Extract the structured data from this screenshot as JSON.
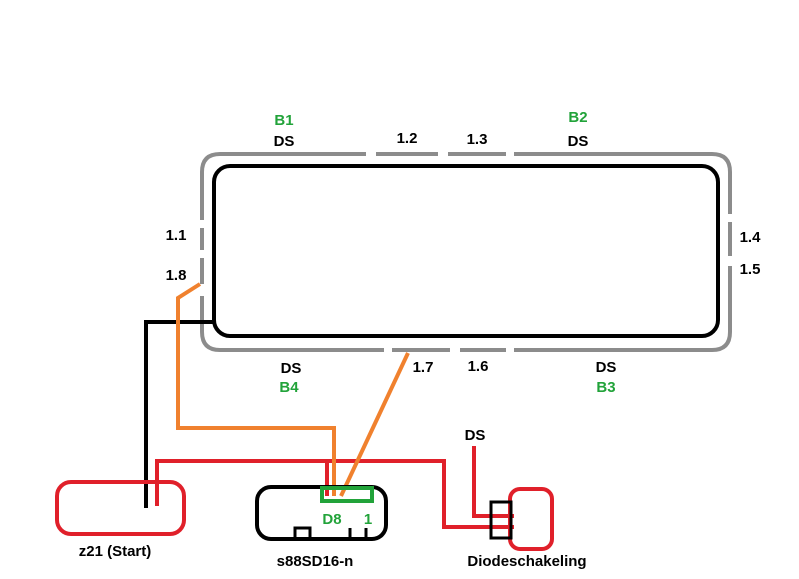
{
  "colors": {
    "black": "#000000",
    "gray": "#8c8c8c",
    "red": "#e0202a",
    "orange": "#f0812e",
    "green": "#22a33a"
  },
  "blocks": {
    "b1": "B1",
    "b2": "B2",
    "b3": "B3",
    "b4": "B4"
  },
  "block_type": {
    "b1": "DS",
    "b2": "DS",
    "b3": "DS",
    "b4": "DS"
  },
  "sections": {
    "s1_1": "1.1",
    "s1_2": "1.2",
    "s1_3": "1.3",
    "s1_4": "1.4",
    "s1_5": "1.5",
    "s1_6": "1.6",
    "s1_7": "1.7",
    "s1_8": "1.8"
  },
  "devices": {
    "z21": "z21 (Start)",
    "s88": "s88SD16-n",
    "diode": "Diodeschakeling"
  },
  "s88_ports": {
    "d8": "D8",
    "one": "1"
  },
  "diode_label": "DS"
}
